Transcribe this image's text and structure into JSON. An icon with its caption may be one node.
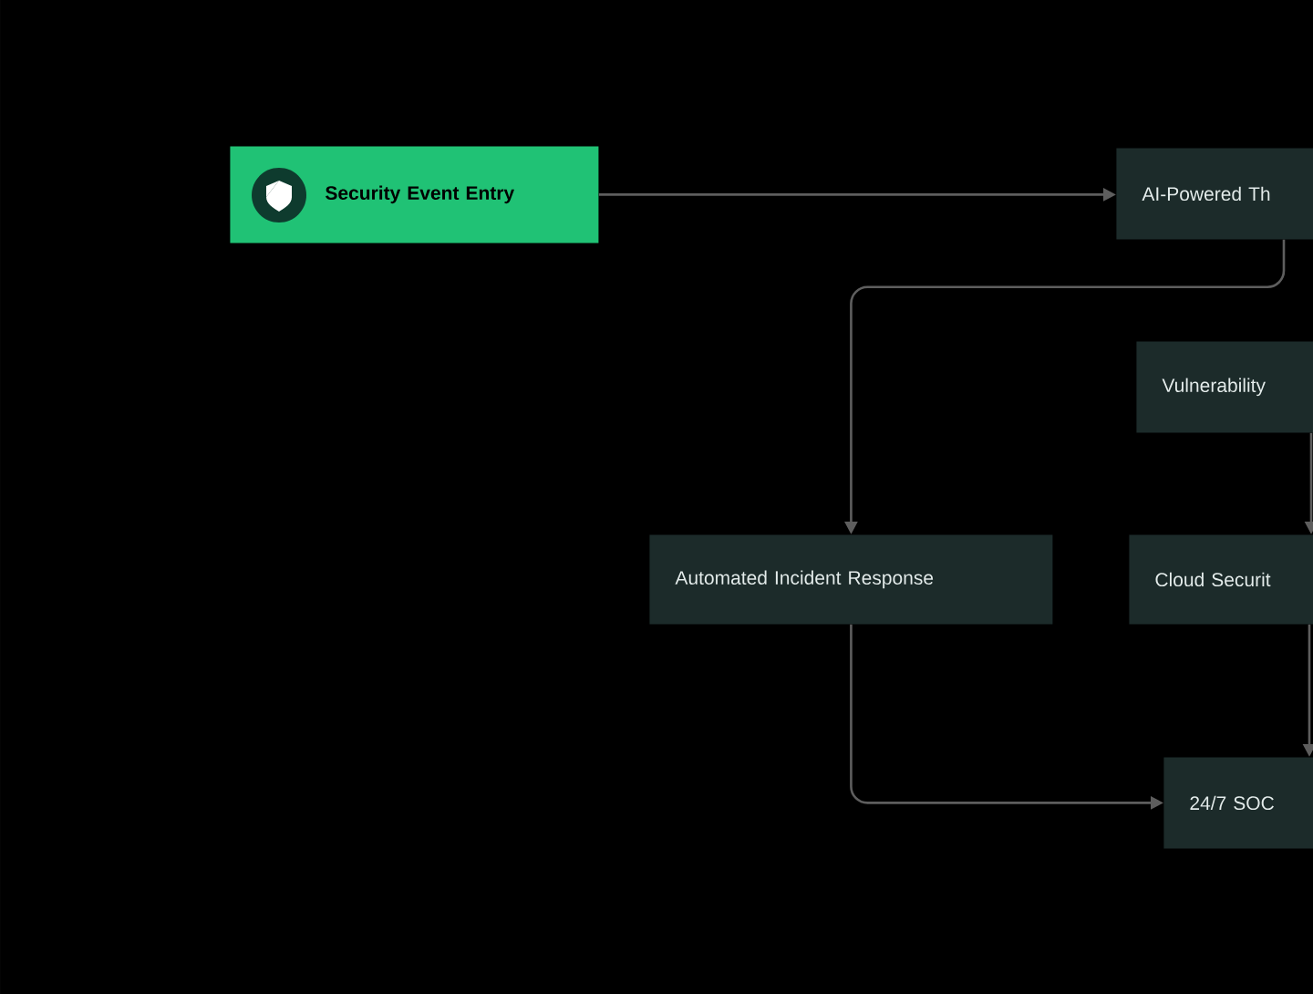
{
  "diagram": {
    "nodes": [
      {
        "text": [
          "Security Event Entry"
        ]
      },
      {
        "text": [
          "AI-Powered Th"
        ]
      },
      {
        "text": [
          "Automated Incident Response"
        ]
      },
      {
        "text": [
          "Vulnerability"
        ]
      },
      {
        "text": [
          "Cloud Securit"
        ]
      },
      {
        "text": [
          "24/7 SOC"
        ]
      }
    ],
    "edges": [
      {
        "from": 0,
        "to": 1,
        "arrow": "to"
      },
      {
        "from": 1,
        "to": 2,
        "arrow": "to"
      },
      {
        "from": 3,
        "to": 4,
        "arrow": "to"
      },
      {
        "from": 2,
        "to": 5,
        "arrow": "to"
      },
      {
        "from": 4,
        "to": 5,
        "arrow": "to"
      }
    ]
  }
}
